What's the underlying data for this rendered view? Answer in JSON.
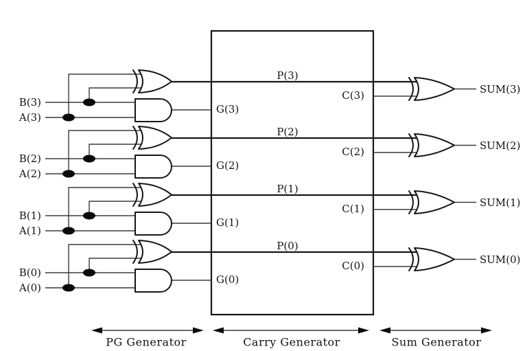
{
  "diagram": {
    "background": "#ffffff",
    "wire_color": "#3a3a3a",
    "thick_wire_color": "#161616",
    "text_color": "#131313",
    "rows": [
      {
        "bit": 3,
        "b": "B(3)",
        "a": "A(3)",
        "p": "P(3)",
        "g": "G(3)",
        "c": "C(3)",
        "sum": "SUM(3)"
      },
      {
        "bit": 2,
        "b": "B(2)",
        "a": "A(2)",
        "p": "P(2)",
        "g": "G(2)",
        "c": "C(2)",
        "sum": "SUM(2)"
      },
      {
        "bit": 1,
        "b": "B(1)",
        "a": "A(1)",
        "p": "P(1)",
        "g": "G(1)",
        "c": "C(1)",
        "sum": "SUM(1)"
      },
      {
        "bit": 0,
        "b": "B(0)",
        "a": "A(0)",
        "p": "P(0)",
        "g": "G(0)",
        "c": "C(0)",
        "sum": "SUM(0)"
      }
    ],
    "sections": [
      {
        "label": "PG Generator"
      },
      {
        "label": "Carry Generator"
      },
      {
        "label": "Sum Generator"
      }
    ]
  }
}
